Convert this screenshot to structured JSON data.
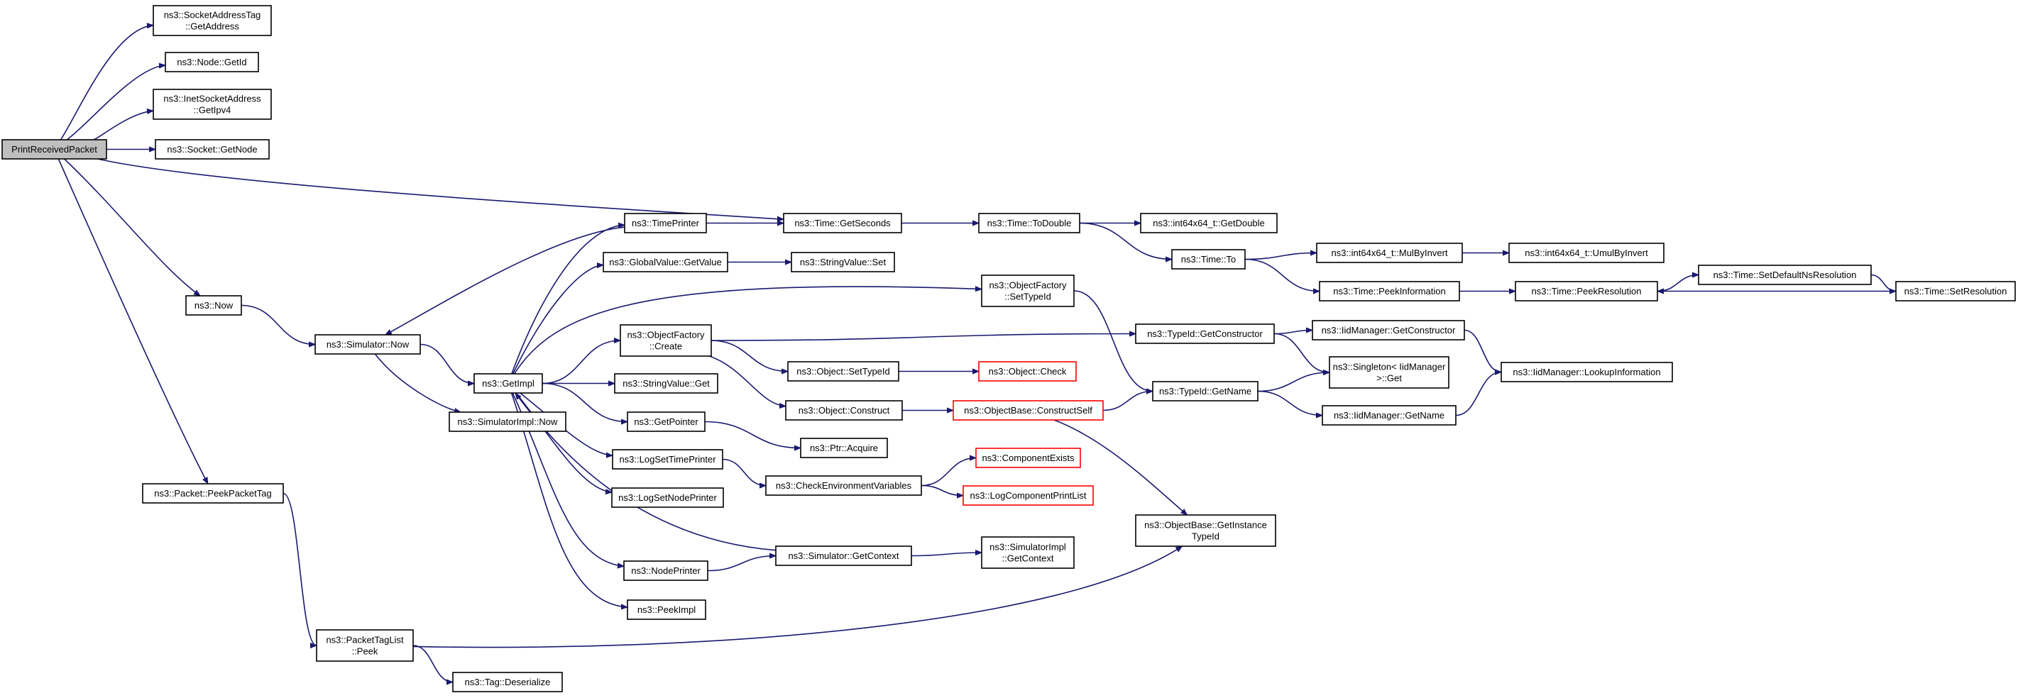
{
  "colors": {
    "edge": "#191970",
    "node_border": "#000000",
    "node_fill": "#ffffff",
    "root_fill": "#bfbfbf",
    "incomplete_border": "#ff0000"
  },
  "nodes": {
    "PrintReceivedPacket": {
      "lines": [
        "PrintReceivedPacket"
      ],
      "kind": "root"
    },
    "SocketAddressTagGetAddress": {
      "lines": [
        "ns3::SocketAddressTag",
        "::GetAddress"
      ],
      "kind": "normal"
    },
    "NodeGetId": {
      "lines": [
        "ns3::Node::GetId"
      ],
      "kind": "normal"
    },
    "InetSocketAddressGetIpv4": {
      "lines": [
        "ns3::InetSocketAddress",
        "::GetIpv4"
      ],
      "kind": "normal"
    },
    "SocketGetNode": {
      "lines": [
        "ns3::Socket::GetNode"
      ],
      "kind": "normal"
    },
    "Now": {
      "lines": [
        "ns3::Now"
      ],
      "kind": "normal"
    },
    "PacketPeekPacketTag": {
      "lines": [
        "ns3::Packet::PeekPacketTag"
      ],
      "kind": "normal"
    },
    "SimulatorNow": {
      "lines": [
        "ns3::Simulator::Now"
      ],
      "kind": "normal"
    },
    "SimulatorImplNow": {
      "lines": [
        "ns3::SimulatorImpl::Now"
      ],
      "kind": "normal"
    },
    "GetImpl": {
      "lines": [
        "ns3::GetImpl"
      ],
      "kind": "normal"
    },
    "PacketTagListPeek": {
      "lines": [
        "ns3::PacketTagList",
        "::Peek"
      ],
      "kind": "normal"
    },
    "TagDeserialize": {
      "lines": [
        "ns3::Tag::Deserialize"
      ],
      "kind": "normal"
    },
    "TimePrinter": {
      "lines": [
        "ns3::TimePrinter"
      ],
      "kind": "normal"
    },
    "GlobalValueGetValue": {
      "lines": [
        "ns3::GlobalValue::GetValue"
      ],
      "kind": "normal"
    },
    "ObjectFactoryCreate": {
      "lines": [
        "ns3::ObjectFactory",
        "::Create"
      ],
      "kind": "normal"
    },
    "StringValueGet": {
      "lines": [
        "ns3::StringValue::Get"
      ],
      "kind": "normal"
    },
    "GetPointer": {
      "lines": [
        "ns3::GetPointer"
      ],
      "kind": "normal"
    },
    "LogSetTimePrinter": {
      "lines": [
        "ns3::LogSetTimePrinter"
      ],
      "kind": "normal"
    },
    "LogSetNodePrinter": {
      "lines": [
        "ns3::LogSetNodePrinter"
      ],
      "kind": "normal"
    },
    "NodePrinter": {
      "lines": [
        "ns3::NodePrinter"
      ],
      "kind": "normal"
    },
    "PeekImpl": {
      "lines": [
        "ns3::PeekImpl"
      ],
      "kind": "normal"
    },
    "TimeGetSeconds": {
      "lines": [
        "ns3::Time::GetSeconds"
      ],
      "kind": "normal"
    },
    "StringValueSet": {
      "lines": [
        "ns3::StringValue::Set"
      ],
      "kind": "normal"
    },
    "ObjectSetTypeId": {
      "lines": [
        "ns3::Object::SetTypeId"
      ],
      "kind": "normal"
    },
    "ObjectConstruct": {
      "lines": [
        "ns3::Object::Construct"
      ],
      "kind": "normal"
    },
    "PtrAcquire": {
      "lines": [
        "ns3::Ptr::Acquire"
      ],
      "kind": "normal"
    },
    "CheckEnvironmentVariables": {
      "lines": [
        "ns3::CheckEnvironmentVariables"
      ],
      "kind": "normal"
    },
    "SimulatorGetContext": {
      "lines": [
        "ns3::Simulator::GetContext"
      ],
      "kind": "normal"
    },
    "TimeToDouble": {
      "lines": [
        "ns3::Time::ToDouble"
      ],
      "kind": "normal"
    },
    "ObjectFactorySetTypeId": {
      "lines": [
        "ns3::ObjectFactory",
        "::SetTypeId"
      ],
      "kind": "normal"
    },
    "ObjectCheck": {
      "lines": [
        "ns3::Object::Check"
      ],
      "kind": "incomplete"
    },
    "ObjectBaseConstructSelf": {
      "lines": [
        "ns3::ObjectBase::ConstructSelf"
      ],
      "kind": "incomplete"
    },
    "ComponentExists": {
      "lines": [
        "ns3::ComponentExists"
      ],
      "kind": "incomplete"
    },
    "LogComponentPrintList": {
      "lines": [
        "ns3::LogComponentPrintList"
      ],
      "kind": "incomplete"
    },
    "SimulatorImplGetContext": {
      "lines": [
        "ns3::SimulatorImpl",
        "::GetContext"
      ],
      "kind": "normal"
    },
    "Int64GetDouble": {
      "lines": [
        "ns3::int64x64_t::GetDouble"
      ],
      "kind": "normal"
    },
    "TimeTo": {
      "lines": [
        "ns3::Time::To"
      ],
      "kind": "normal"
    },
    "TypeIdGetConstructor": {
      "lines": [
        "ns3::TypeId::GetConstructor"
      ],
      "kind": "normal"
    },
    "TypeIdGetName": {
      "lines": [
        "ns3::TypeId::GetName"
      ],
      "kind": "normal"
    },
    "ObjectBaseGetInstanceTypeId": {
      "lines": [
        "ns3::ObjectBase::GetInstance",
        "TypeId"
      ],
      "kind": "normal"
    },
    "Int64MulByInvert": {
      "lines": [
        "ns3::int64x64_t::MulByInvert"
      ],
      "kind": "normal"
    },
    "TimePeekInformation": {
      "lines": [
        "ns3::Time::PeekInformation"
      ],
      "kind": "normal"
    },
    "IidManagerGetConstructor": {
      "lines": [
        "ns3::IidManager::GetConstructor"
      ],
      "kind": "normal"
    },
    "SingletonGet": {
      "lines": [
        "ns3::Singleton< IidManager",
        " >::Get"
      ],
      "kind": "normal"
    },
    "IidManagerGetName": {
      "lines": [
        "ns3::IidManager::GetName"
      ],
      "kind": "normal"
    },
    "Int64UmulByInvert": {
      "lines": [
        "ns3::int64x64_t::UmulByInvert"
      ],
      "kind": "normal"
    },
    "TimePeekResolution": {
      "lines": [
        "ns3::Time::PeekResolution"
      ],
      "kind": "normal"
    },
    "IidManagerLookupInformation": {
      "lines": [
        "ns3::IidManager::LookupInformation"
      ],
      "kind": "normal"
    },
    "TimeSetDefaultNsResolution": {
      "lines": [
        "ns3::Time::SetDefaultNsResolution"
      ],
      "kind": "normal"
    },
    "TimeSetResolution": {
      "lines": [
        "ns3::Time::SetResolution"
      ],
      "kind": "normal"
    }
  },
  "edges": [
    [
      "PrintReceivedPacket",
      "SocketAddressTagGetAddress"
    ],
    [
      "PrintReceivedPacket",
      "NodeGetId"
    ],
    [
      "PrintReceivedPacket",
      "InetSocketAddressGetIpv4"
    ],
    [
      "PrintReceivedPacket",
      "SocketGetNode"
    ],
    [
      "PrintReceivedPacket",
      "TimeGetSeconds"
    ],
    [
      "PrintReceivedPacket",
      "Now"
    ],
    [
      "PrintReceivedPacket",
      "PacketPeekPacketTag"
    ],
    [
      "Now",
      "SimulatorNow"
    ],
    [
      "SimulatorNow",
      "GetImpl"
    ],
    [
      "SimulatorNow",
      "SimulatorImplNow"
    ],
    [
      "GetImpl",
      "TimePrinter"
    ],
    [
      "GetImpl",
      "GlobalValueGetValue"
    ],
    [
      "GetImpl",
      "ObjectFactorySetTypeId"
    ],
    [
      "GetImpl",
      "ObjectFactoryCreate"
    ],
    [
      "GetImpl",
      "StringValueGet"
    ],
    [
      "GetImpl",
      "GetPointer"
    ],
    [
      "GetImpl",
      "LogSetTimePrinter"
    ],
    [
      "GetImpl",
      "LogSetNodePrinter"
    ],
    [
      "GetImpl",
      "NodePrinter"
    ],
    [
      "GetImpl",
      "PeekImpl"
    ],
    [
      "TimePrinter",
      "SimulatorNow"
    ],
    [
      "TimePrinter",
      "TimeGetSeconds"
    ],
    [
      "SimulatorGetContext",
      "GetImpl"
    ],
    [
      "GlobalValueGetValue",
      "StringValueSet"
    ],
    [
      "ObjectFactoryCreate",
      "TypeIdGetConstructor"
    ],
    [
      "ObjectFactoryCreate",
      "ObjectSetTypeId"
    ],
    [
      "ObjectFactoryCreate",
      "ObjectConstruct"
    ],
    [
      "ObjectSetTypeId",
      "ObjectCheck"
    ],
    [
      "ObjectConstruct",
      "ObjectBaseConstructSelf"
    ],
    [
      "GetPointer",
      "PtrAcquire"
    ],
    [
      "LogSetTimePrinter",
      "CheckEnvironmentVariables"
    ],
    [
      "CheckEnvironmentVariables",
      "ComponentExists"
    ],
    [
      "CheckEnvironmentVariables",
      "LogComponentPrintList"
    ],
    [
      "NodePrinter",
      "SimulatorGetContext"
    ],
    [
      "SimulatorGetContext",
      "SimulatorImplGetContext"
    ],
    [
      "TimeGetSeconds",
      "TimeToDouble"
    ],
    [
      "TimeToDouble",
      "Int64GetDouble"
    ],
    [
      "TimeToDouble",
      "TimeTo"
    ],
    [
      "TimeTo",
      "Int64MulByInvert"
    ],
    [
      "TimeTo",
      "TimePeekInformation"
    ],
    [
      "Int64MulByInvert",
      "Int64UmulByInvert"
    ],
    [
      "TimePeekInformation",
      "TimePeekResolution"
    ],
    [
      "TimePeekResolution",
      "TimeSetDefaultNsResolution"
    ],
    [
      "TimeSetDefaultNsResolution",
      "TimeSetResolution"
    ],
    [
      "TimeSetResolution",
      "TimePeekResolution"
    ],
    [
      "ObjectFactorySetTypeId",
      "TypeIdGetName"
    ],
    [
      "ObjectBaseConstructSelf",
      "TypeIdGetName"
    ],
    [
      "ObjectBaseConstructSelf",
      "ObjectBaseGetInstanceTypeId"
    ],
    [
      "TypeIdGetConstructor",
      "IidManagerGetConstructor"
    ],
    [
      "TypeIdGetConstructor",
      "SingletonGet"
    ],
    [
      "TypeIdGetName",
      "SingletonGet"
    ],
    [
      "TypeIdGetName",
      "IidManagerGetName"
    ],
    [
      "IidManagerGetConstructor",
      "IidManagerLookupInformation"
    ],
    [
      "IidManagerGetName",
      "IidManagerLookupInformation"
    ],
    [
      "PacketPeekPacketTag",
      "PacketTagListPeek"
    ],
    [
      "PacketTagListPeek",
      "ObjectBaseGetInstanceTypeId"
    ],
    [
      "PacketTagListPeek",
      "TagDeserialize"
    ]
  ]
}
